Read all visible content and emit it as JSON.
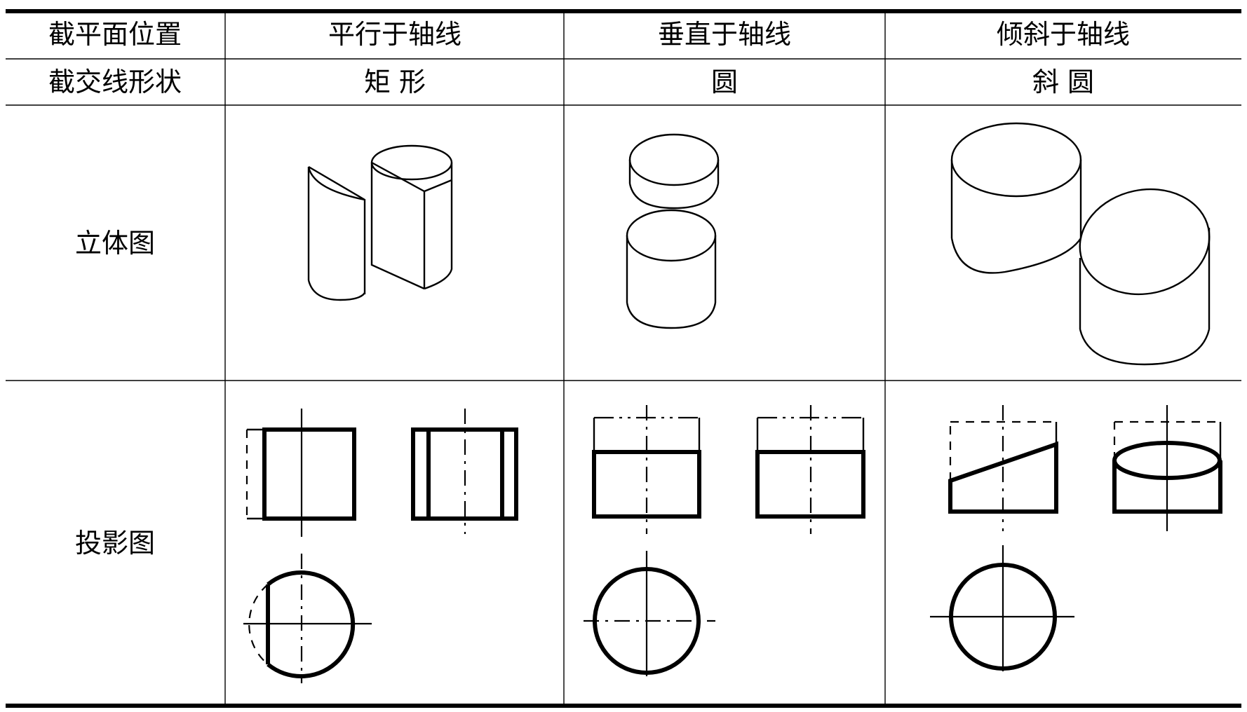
{
  "table": {
    "header": {
      "row_label": "截平面位置",
      "col1": "平行于轴线",
      "col2": "垂直于轴线",
      "col3": "倾斜于轴线"
    },
    "shape_row": {
      "row_label": "截交线形状",
      "col1": "矩 形",
      "col2": "圆",
      "col3": "斜 圆"
    },
    "solid_row": {
      "row_label": "立体图"
    },
    "projection_row": {
      "row_label": "投影图"
    }
  },
  "colors": {
    "line": "#000000",
    "background": "#ffffff"
  }
}
